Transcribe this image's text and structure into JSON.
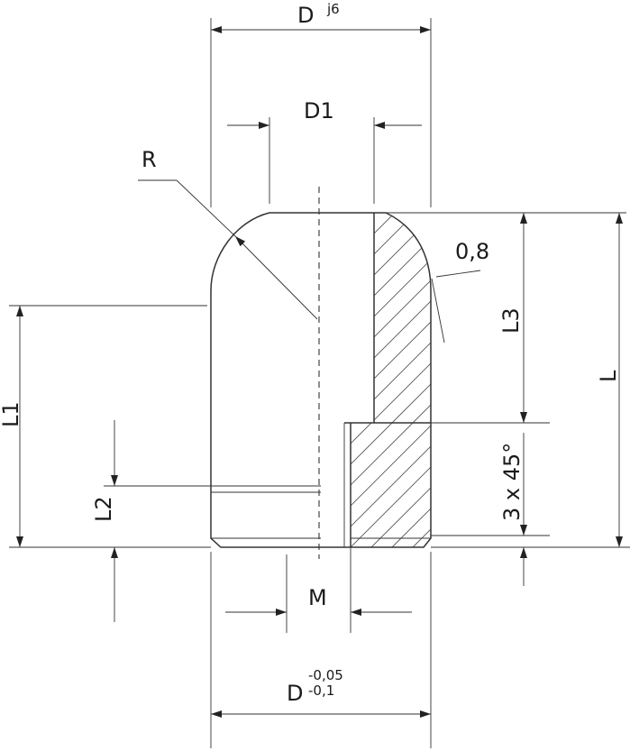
{
  "labels": {
    "diameter": "D",
    "diameter_tolerance": "j6",
    "bore_diameter": "D1",
    "radius": "R",
    "chamfer_radius": "0,8",
    "length_l3": "L3",
    "length_l": "L",
    "length_l1": "L1",
    "length_l2": "L2",
    "chamfer": "3 x 45°",
    "thread": "M",
    "diameter_bottom": "D",
    "tol_upper": "-0,05",
    "tol_lower": "-0,1"
  }
}
